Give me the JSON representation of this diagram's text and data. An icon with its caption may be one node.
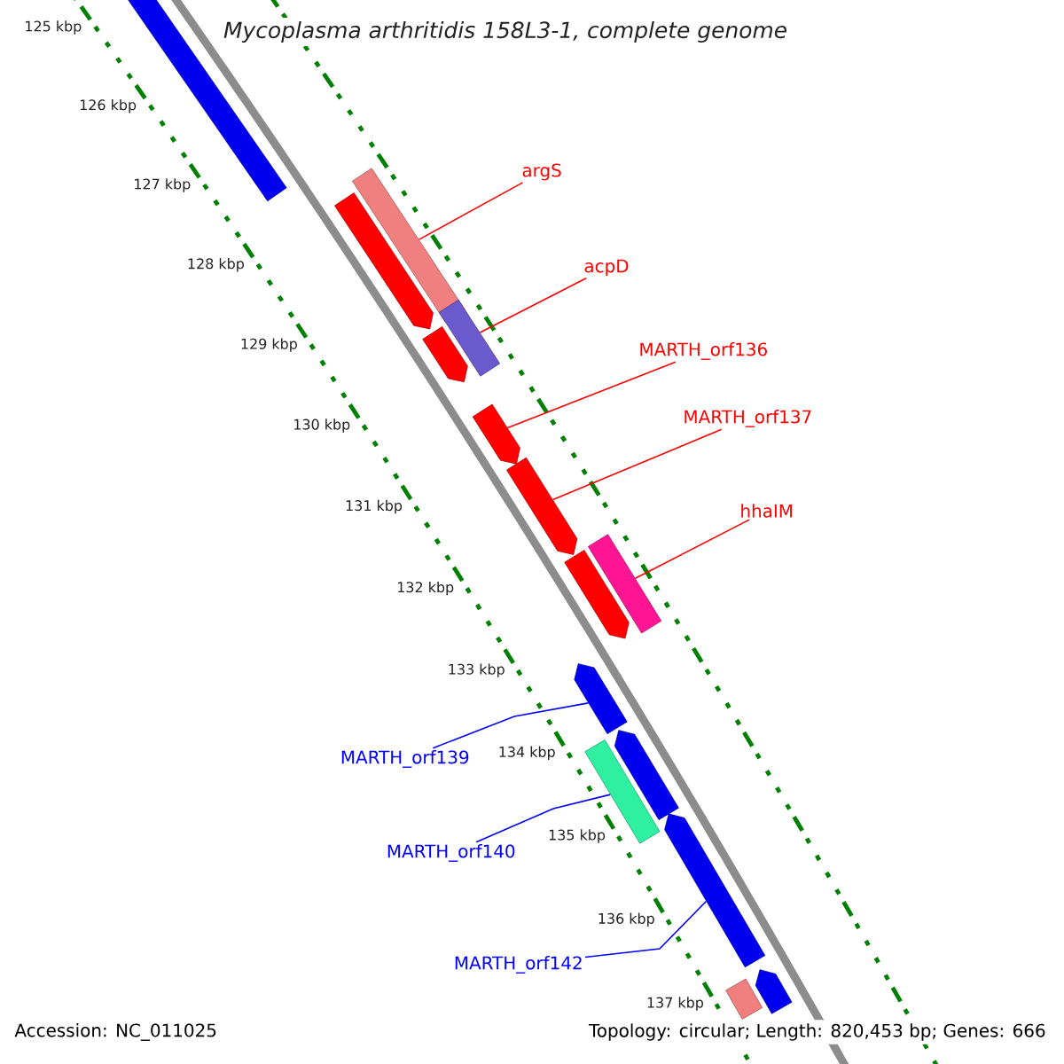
{
  "diagram": {
    "title": "Mycoplasma arthritidis 158L3-1, complete genome",
    "nodes": [
      {
        "text": [],
        "shape": "bar"
      },
      {
        "text": [],
        "shape": "arrow"
      },
      {
        "text": [],
        "shape": "bar"
      },
      {
        "text": [],
        "shape": "arrow"
      },
      {
        "text": [],
        "shape": "bar"
      },
      {
        "text": [],
        "shape": "arrow"
      },
      {
        "text": [],
        "shape": "arrow"
      },
      {
        "text": [],
        "shape": "arrow"
      },
      {
        "text": [],
        "shape": "bar"
      },
      {
        "text": [],
        "shape": "arrow"
      },
      {
        "text": [],
        "shape": "arrow"
      },
      {
        "text": [],
        "shape": "bar"
      },
      {
        "text": [],
        "shape": "arrow"
      },
      {
        "text": [],
        "shape": "bar"
      },
      {
        "text": [],
        "shape": "arrow"
      },
      {
        "text": [
          "argS"
        ]
      },
      {
        "text": [
          "acpD"
        ]
      },
      {
        "text": [
          "MARTH_orf136"
        ]
      },
      {
        "text": [
          "MARTH_orf137"
        ]
      },
      {
        "text": [
          "hhaIM"
        ]
      },
      {
        "text": [
          "MARTH_orf139"
        ]
      },
      {
        "text": [
          "MARTH_orf140"
        ]
      },
      {
        "text": [
          "MARTH_orf142"
        ]
      }
    ],
    "edges": [
      {
        "from": 15,
        "to": 2,
        "arrow": "none"
      },
      {
        "from": 16,
        "to": 4,
        "arrow": "none"
      },
      {
        "from": 17,
        "to": 5,
        "arrow": "none"
      },
      {
        "from": 18,
        "to": 6,
        "arrow": "none"
      },
      {
        "from": 19,
        "to": 8,
        "arrow": "none"
      },
      {
        "from": 20,
        "to": 9,
        "arrow": "none",
        "color": "#0000ff"
      },
      {
        "from": 21,
        "to": 11,
        "arrow": "none",
        "color": "#0000ff"
      },
      {
        "from": 22,
        "to": 12,
        "arrow": "none",
        "color": "#0000ff"
      }
    ],
    "labels": [
      "125 kbp",
      "126 kbp",
      "127 kbp",
      "128 kbp",
      "129 kbp",
      "130 kbp",
      "131 kbp",
      "132 kbp",
      "133 kbp",
      "134 kbp",
      "135 kbp",
      "136 kbp",
      "137 kbp",
      "Accession: NC_011025",
      "Topology: circular; Length: 820,453 bp; Genes: 666"
    ]
  }
}
